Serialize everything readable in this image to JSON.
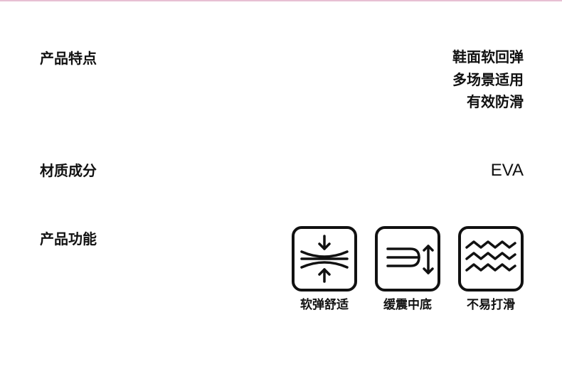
{
  "sections": {
    "features": {
      "label": "产品特点",
      "lines": [
        "鞋面软回弹",
        "多场景适用",
        "有效防滑"
      ]
    },
    "material": {
      "label": "材质成分",
      "value": "EVA"
    },
    "functions": {
      "label": "产品功能",
      "items": [
        {
          "icon": "soft-rebound-icon",
          "label": "软弹舒适"
        },
        {
          "icon": "cushioning-midsole-icon",
          "label": "缓震中底"
        },
        {
          "icon": "anti-slip-icon",
          "label": "不易打滑"
        }
      ]
    }
  },
  "colors": {
    "text": "#111111",
    "accent_border": "#e7bfd3",
    "background": "#ffffff"
  }
}
